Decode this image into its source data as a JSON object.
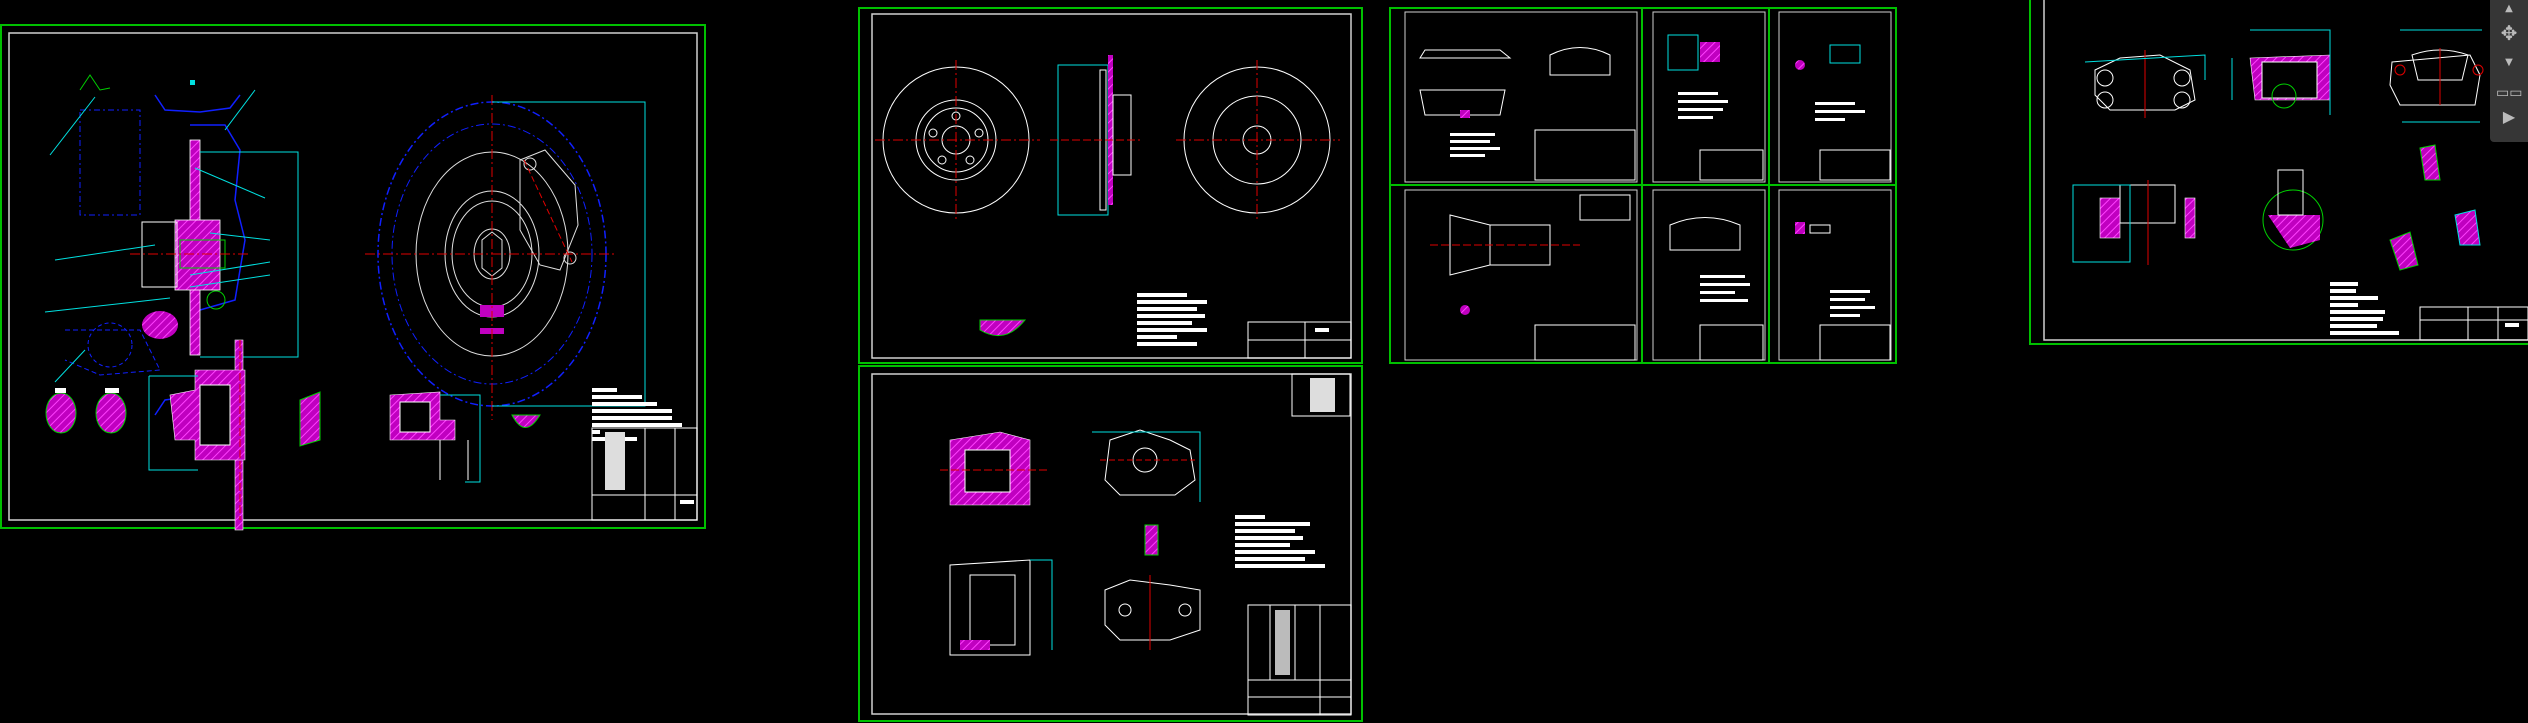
{
  "viewer": {
    "background": "#000000",
    "sheet_border_color": "#00c000",
    "frame_color": "#d0d0d0",
    "colors": {
      "cyan": "#00e0e0",
      "magenta": "#d000d0",
      "blue": "#1020ff",
      "red": "#e00000",
      "green": "#00d000",
      "white": "#ffffff"
    }
  },
  "sheets": [
    {
      "id": "assembly-drawing"
    },
    {
      "id": "brake-disc-drawing"
    },
    {
      "id": "caliper-assembly-drawing"
    },
    {
      "id": "parts-drawings-grid"
    },
    {
      "id": "caliper-body-drawing"
    }
  ],
  "navigation_bar": {
    "icons": [
      "up-arrow-icon",
      "orbit-pan-icon",
      "down-arrow-icon",
      "layout-icon",
      "play-icon"
    ]
  }
}
